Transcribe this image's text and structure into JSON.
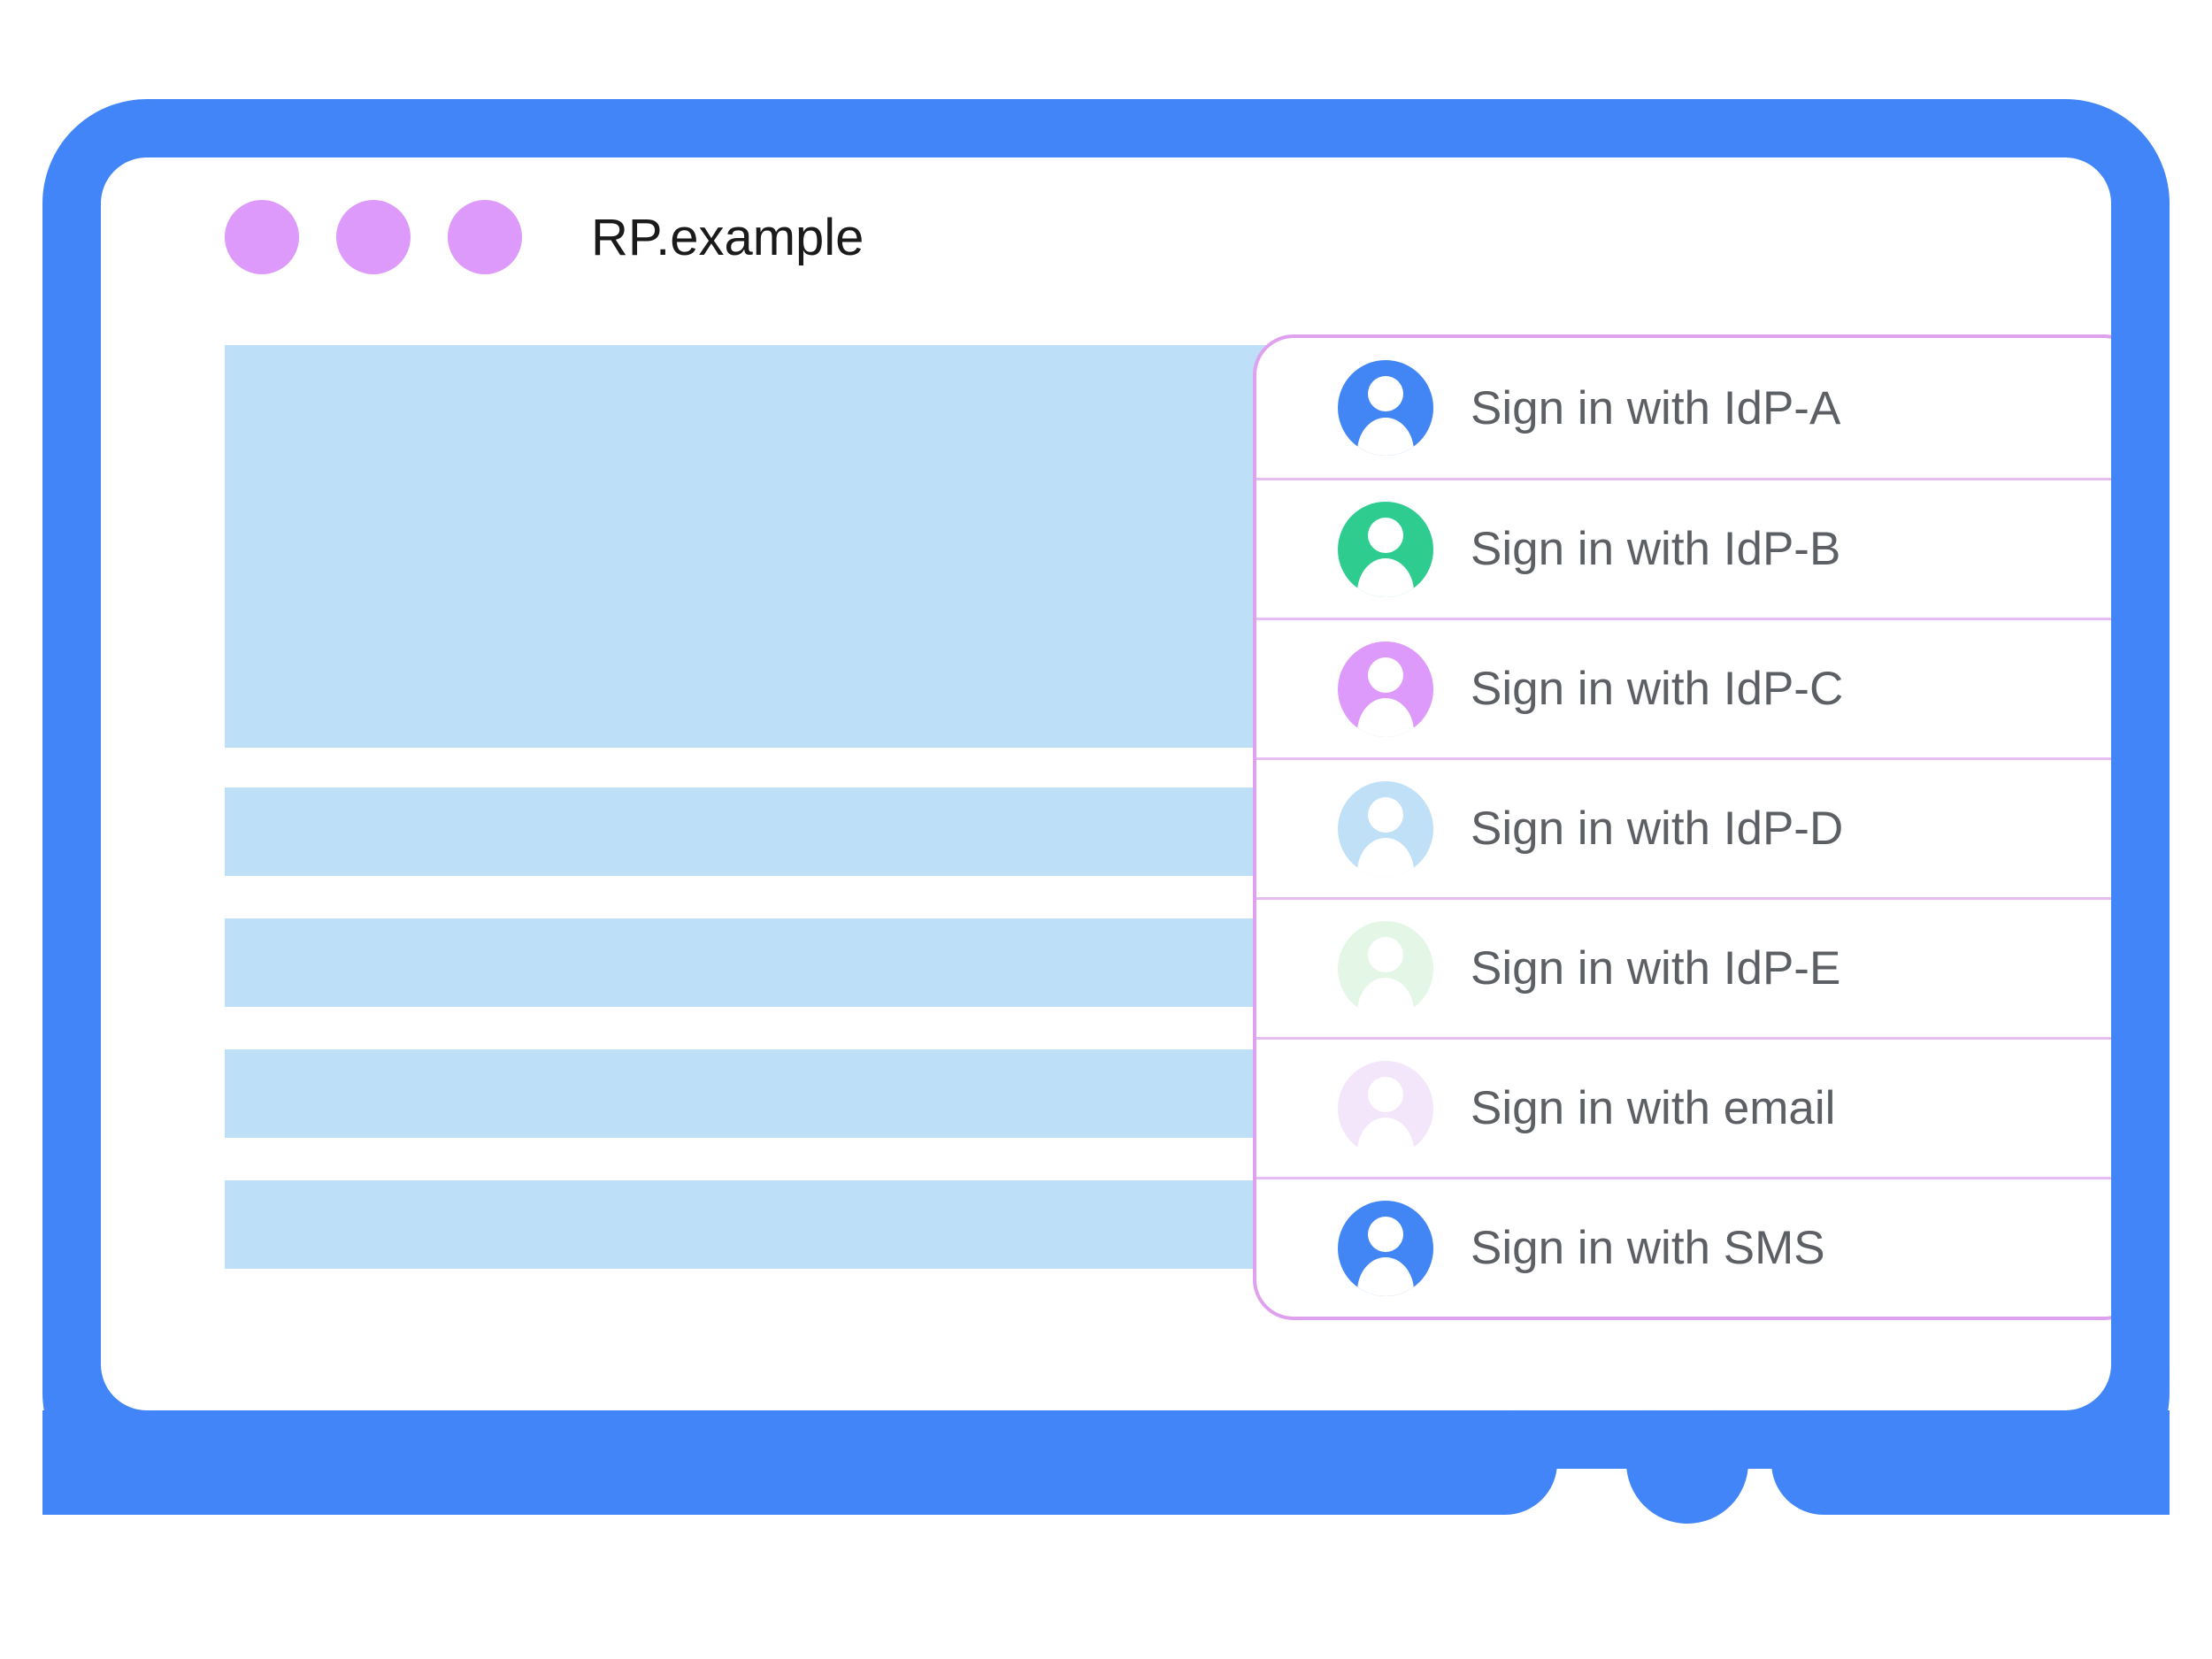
{
  "browser": {
    "window_dots": [
      "window-dot-1",
      "window-dot-2",
      "window-dot-3"
    ],
    "site_title": "RP.example"
  },
  "page_content": {
    "placeholder_blocks": [
      {
        "name": "hero-placeholder",
        "kind": "hero"
      },
      {
        "name": "text-line-placeholder-1",
        "kind": "bar"
      },
      {
        "name": "text-line-placeholder-2",
        "kind": "bar"
      },
      {
        "name": "text-line-placeholder-3",
        "kind": "bar"
      },
      {
        "name": "text-line-placeholder-4",
        "kind": "bar"
      }
    ]
  },
  "account_chooser": {
    "rows": [
      {
        "label": "Sign in with IdP-A",
        "avatar_color": "#4285F4",
        "icon": "person-avatar-icon"
      },
      {
        "label": "Sign in with IdP-B",
        "avatar_color": "#2ECC8F",
        "icon": "person-avatar-icon"
      },
      {
        "label": "Sign in with IdP-C",
        "avatar_color": "#DD9AFA",
        "icon": "person-avatar-icon"
      },
      {
        "label": "Sign in with IdP-D",
        "avatar_color": "#BFE0F6",
        "icon": "person-avatar-icon"
      },
      {
        "label": "Sign in with IdP-E",
        "avatar_color": "#E4F6E6",
        "icon": "person-avatar-icon"
      },
      {
        "label": "Sign in with email",
        "avatar_color": "#F3E6FA",
        "icon": "person-avatar-icon"
      },
      {
        "label": "Sign in with SMS",
        "avatar_color": "#4285F4",
        "icon": "person-avatar-icon"
      }
    ]
  },
  "device": {
    "bezel_color": "#4285F8",
    "home_button": "home-button"
  },
  "colors": {
    "bezel_blue": "#4285F8",
    "placeholder_blue": "#BDDFF7",
    "accent_purple": "#DD9AFA",
    "card_border_purple": "#DFA0EE",
    "divider_purple": "#E6BDF2",
    "label_gray": "#5C5F63"
  }
}
